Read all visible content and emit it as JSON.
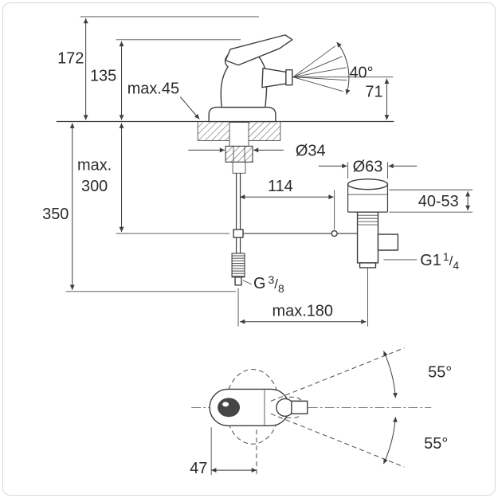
{
  "figure": {
    "description": "Bidet mixer tap with pop-up waste – dimensional technical drawing, front view and top view",
    "ink_color": "#3d3d3d",
    "front": {
      "height_overall": "172",
      "height_lever": "135",
      "deck_thickness_max": "max.45",
      "spray_angle": "40°",
      "spout_height": "71",
      "hole_diameter": "Ø34",
      "depth_max_word": "max.",
      "depth_max_value": "300",
      "height_below_deck": "350",
      "center_distance": "114",
      "waste_flange_diameter": "Ø63",
      "waste_clamp_range": "40-53",
      "waste_thread": {
        "base": "G1",
        "numerator": "1",
        "slash": "/",
        "denominator": "4"
      },
      "hose_thread": {
        "base": "G",
        "numerator": "3",
        "slash": "/",
        "denominator": "8"
      },
      "reach_max": "max.180"
    },
    "top": {
      "swivel_upper": "55°",
      "swivel_lower": "55°",
      "handle_offset": "47"
    }
  }
}
